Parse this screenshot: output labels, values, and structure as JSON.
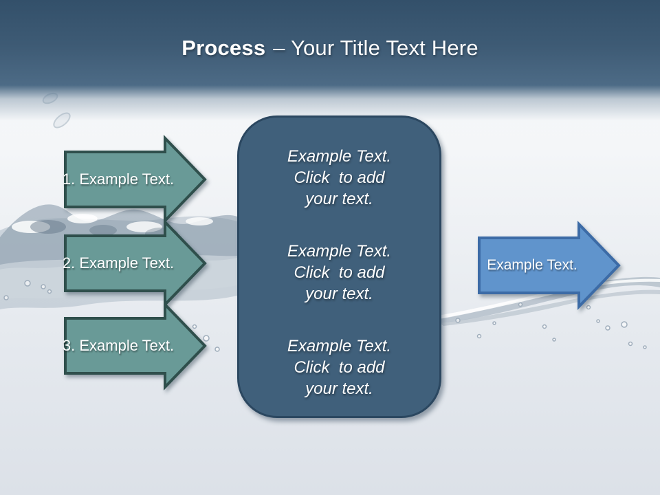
{
  "title": {
    "bold": "Process",
    "rest": "– Your Title Text Here"
  },
  "left_arrows": [
    {
      "label": "1. Example Text."
    },
    {
      "label": "2. Example Text."
    },
    {
      "label": "3. Example Text."
    }
  ],
  "center_box": {
    "paragraphs": [
      "Example Text.\nClick  to add\nyour text.",
      "Example Text.\nClick  to add\nyour text.",
      "Example Text.\nClick  to add\nyour text."
    ]
  },
  "right_arrow": {
    "label": "Example Text."
  },
  "colors": {
    "header_top": "#33506a",
    "header_bottom": "#4d6b86",
    "teal_fill": "#699a97",
    "teal_border": "#2f4f4c",
    "box_fill": "#40607b",
    "box_border": "#2b4760",
    "blue_fill": "#6094cc",
    "blue_border": "#3c6ba6",
    "bg_bottom": "#dce1e8",
    "text": "#ffffff"
  }
}
